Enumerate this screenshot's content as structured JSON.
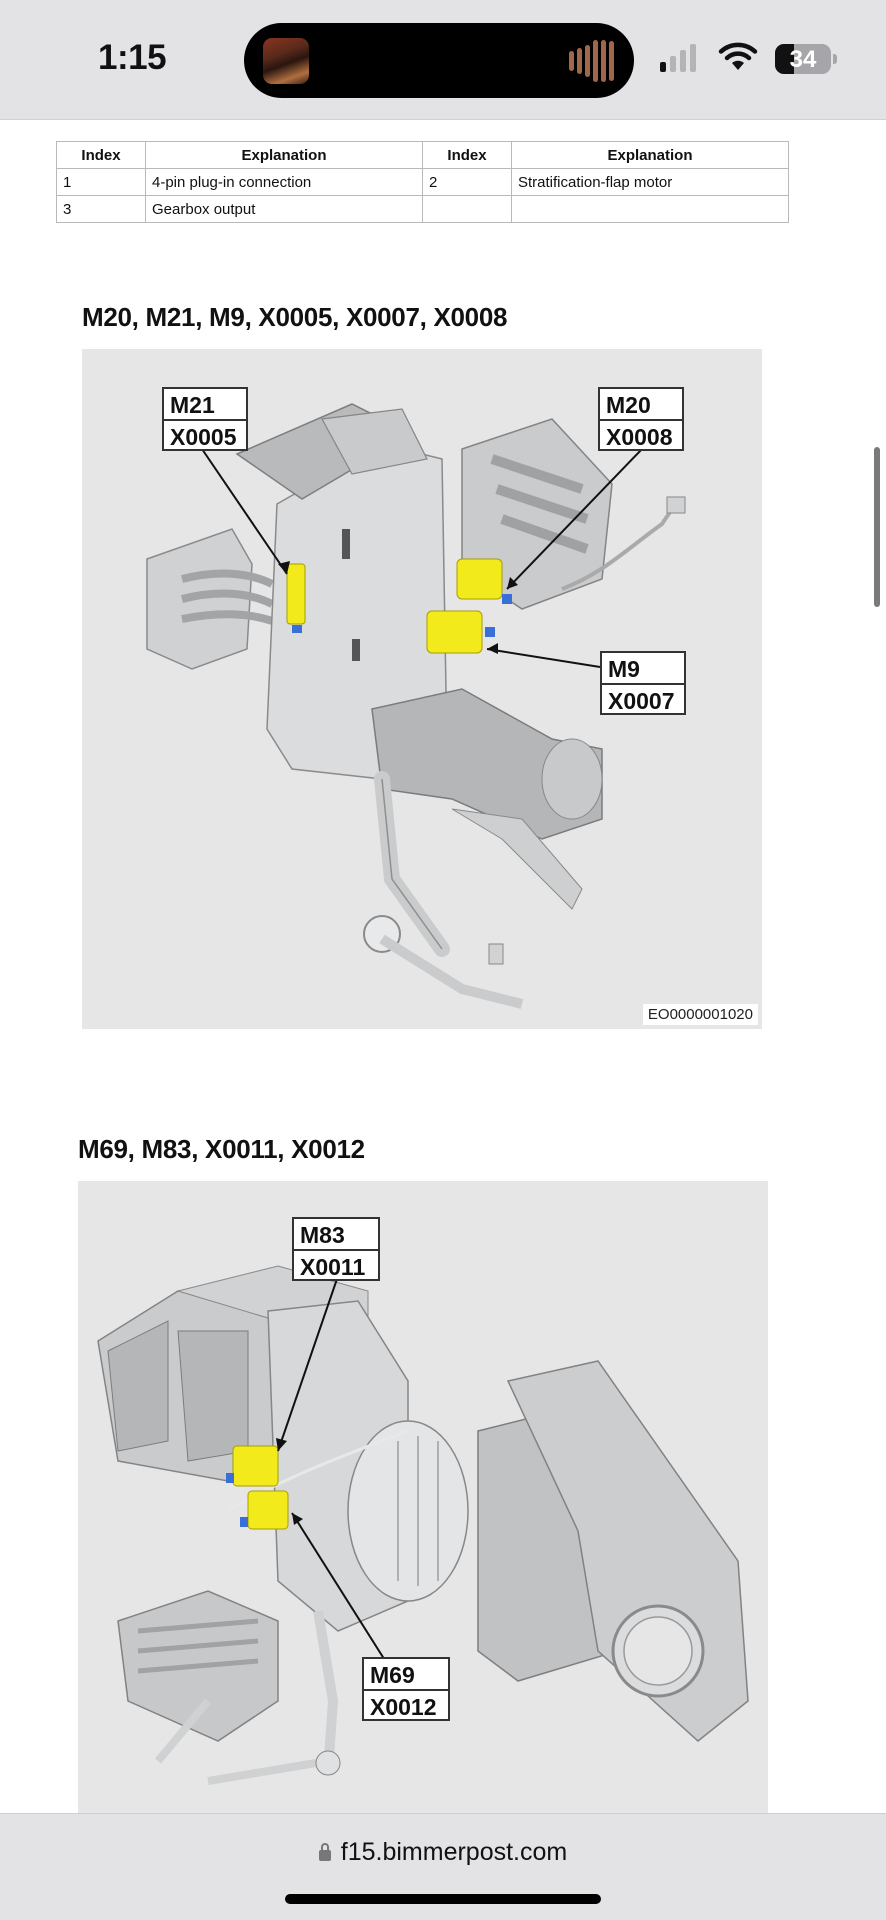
{
  "status_bar": {
    "time": "1:15",
    "battery_level": "34",
    "signal_bars_active": 1,
    "signal_bars_total": 4,
    "icons": [
      "album-art-icon",
      "audio-waveform-icon",
      "cellular-signal-icon",
      "wifi-icon",
      "battery-icon"
    ]
  },
  "parts_table": {
    "headers": [
      "Index",
      "Explanation",
      "Index",
      "Explanation"
    ],
    "rows": [
      [
        "1",
        "4-pin plug-in connection",
        "2",
        "Stratification-flap motor"
      ],
      [
        "3",
        "Gearbox output",
        "",
        ""
      ]
    ]
  },
  "sections": [
    {
      "title": "M20, M21, M9, X0005, X0007, X0008",
      "figure_code": "EO0000001020",
      "callouts": [
        {
          "motor": "M21",
          "connector": "X0005"
        },
        {
          "motor": "M20",
          "connector": "X0008"
        },
        {
          "motor": "M9",
          "connector": "X0007"
        }
      ]
    },
    {
      "title": "M69, M83, X0011, X0012",
      "callouts": [
        {
          "motor": "M83",
          "connector": "X0011"
        },
        {
          "motor": "M69",
          "connector": "X0012"
        }
      ]
    }
  ],
  "colors": {
    "highlight": "#f2ea1a",
    "figure_bg": "#e6e6e6",
    "chrome_bg": "#e3e3e6"
  },
  "browser": {
    "url": "f15.bimmerpost.com"
  }
}
